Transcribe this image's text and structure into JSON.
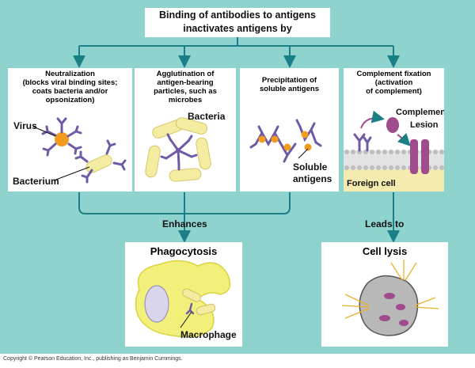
{
  "title": {
    "line1": "Binding of antibodies to antigens",
    "line2": "inactivates antigens by"
  },
  "panels": [
    {
      "lines": [
        "Neutralization",
        "(blocks viral binding sites;",
        "coats bacteria and/or",
        "opsonization)"
      ],
      "labels": [
        "Virus",
        "Bacterium"
      ]
    },
    {
      "lines": [
        "Agglutination of",
        "antigen-bearing",
        "particles, such as",
        "microbes"
      ],
      "labels": [
        "Bacteria"
      ]
    },
    {
      "lines": [
        "Precipitation of",
        "soluble antigens"
      ],
      "labels": [
        "Soluble",
        "antigens"
      ]
    },
    {
      "lines": [
        "Complement fixation",
        "(activation",
        "of complement)"
      ],
      "labels": [
        "Complement",
        "Lesion",
        "Foreign cell"
      ]
    }
  ],
  "connectors": {
    "enhances": "Enhances",
    "leads_to": "Leads to"
  },
  "outcomes": [
    {
      "title": "Phagocytosis",
      "label": "Macrophage"
    },
    {
      "title": "Cell lysis"
    }
  ],
  "copyright": "Copyright © Pearson Education, Inc., publishing as Benjamin Cummings.",
  "colors": {
    "background": "#8fd3cf",
    "arrow": "#1a7f86",
    "antibody": "#6f5aa5",
    "antigen": "#f29b1c",
    "bacteria": "#f4eca0",
    "macrophage": "#f2f07a",
    "membrane": "#cfcfcf",
    "foreign_cell": "#f5eab0",
    "complement": "#a04c8c",
    "lysis_cell": "#b8b8b8"
  }
}
